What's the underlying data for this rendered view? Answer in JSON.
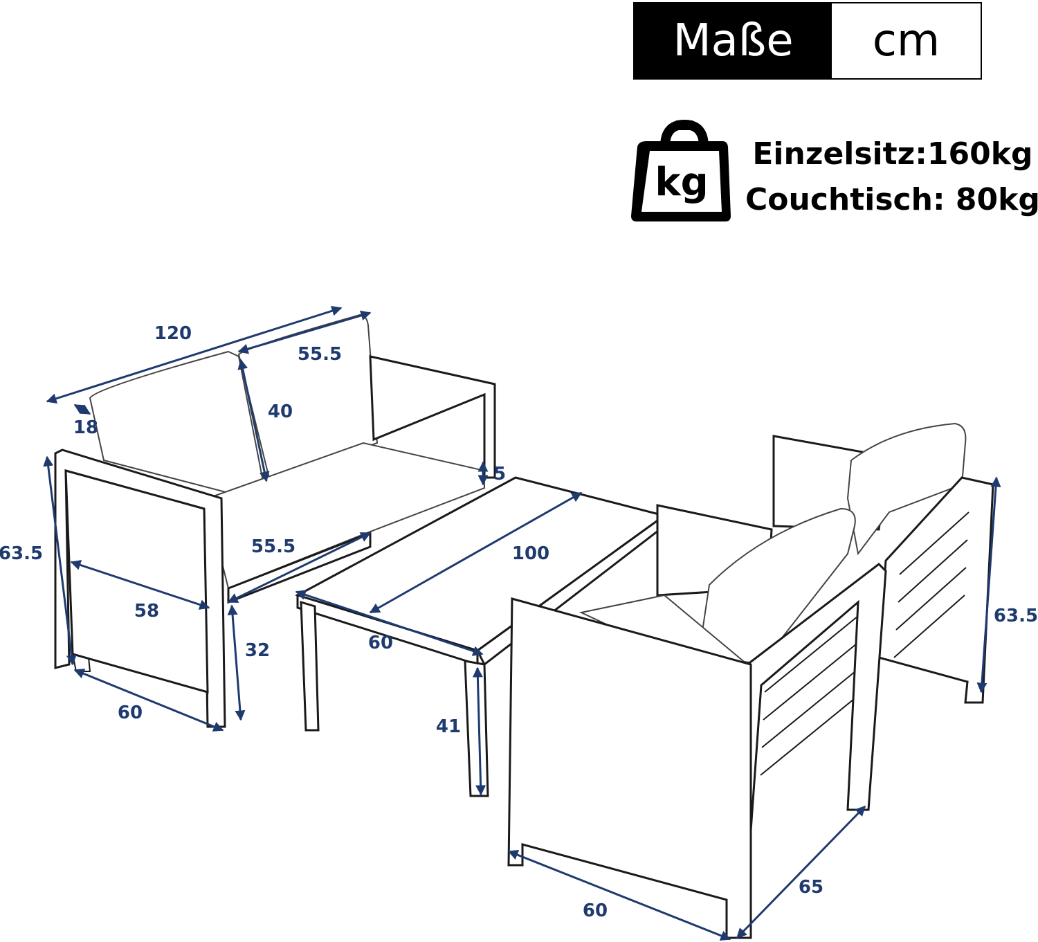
{
  "header": {
    "units_label": "Maße",
    "units_value": "cm"
  },
  "weights": {
    "icon_text": "kg",
    "line1": "Einzelsitz:160kg",
    "line2": "Couchtisch: 80kg"
  },
  "dimensions": {
    "sofa_width": "120",
    "sofa_cushion_width": "55.5",
    "sofa_back_height": "40",
    "sofa_arm_width": "18",
    "sofa_total_height": "63.5",
    "sofa_seat_depth": "55.5",
    "sofa_inner_depth": "58",
    "sofa_depth": "60",
    "sofa_seat_height": "32",
    "cushion_thickness": "5",
    "table_length": "100",
    "table_width": "60",
    "table_height": "41",
    "chair_height": "63.5",
    "chair_width": "60",
    "chair_depth": "65"
  },
  "colors": {
    "dimension": "#1f3a6e",
    "outline": "#1a1a1a"
  }
}
